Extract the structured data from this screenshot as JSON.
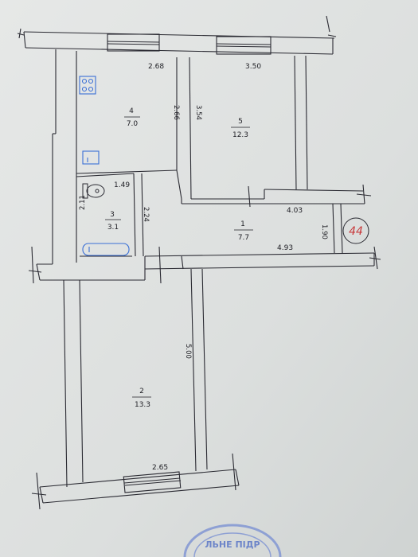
{
  "rooms": [
    {
      "id": "4",
      "number": "4",
      "area": "7.0"
    },
    {
      "id": "5",
      "number": "5",
      "area": "12.3"
    },
    {
      "id": "3",
      "number": "3",
      "area": "3.1"
    },
    {
      "id": "1",
      "number": "1",
      "area": "7.7"
    },
    {
      "id": "2",
      "number": "2",
      "area": "13.3"
    }
  ],
  "dimensions": {
    "d_2_68": "2.68",
    "d_3_50": "3.50",
    "d_2_66": "2.66",
    "d_3_54": "3.54",
    "d_1_49": "1.49",
    "d_2_11": "2.11",
    "d_2_24": "2.24",
    "d_4_03": "4.03",
    "d_1_90": "1.90",
    "d_4_93": "4.93",
    "d_5_00": "5.00",
    "d_2_65": "2.65"
  },
  "annotation": {
    "apartment_number": "44"
  },
  "stamp": {
    "text": "ЛЬНЕ   ПІДР"
  },
  "colors": {
    "paper": "#e2e4e3",
    "line": "#2a2a32",
    "fixture": "#3a6fd6",
    "annotation": "#c8383a",
    "stamp": "#6d85c9"
  }
}
